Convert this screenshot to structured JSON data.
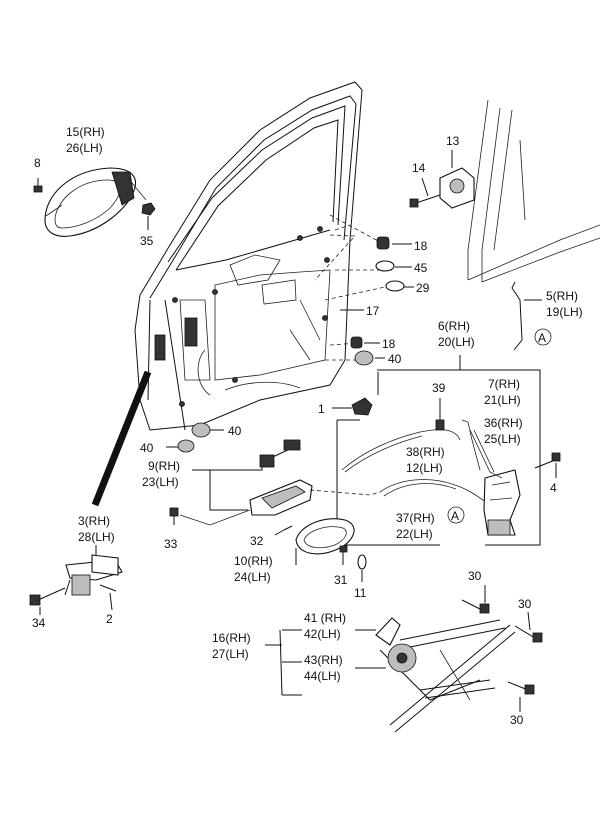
{
  "diagram": {
    "callouts": [
      {
        "id": "c15",
        "lines": [
          "15(RH)",
          "26(LH)"
        ]
      },
      {
        "id": "c8",
        "lines": [
          "8"
        ]
      },
      {
        "id": "c35",
        "lines": [
          "35"
        ]
      },
      {
        "id": "c13",
        "lines": [
          "13"
        ]
      },
      {
        "id": "c14",
        "lines": [
          "14"
        ]
      },
      {
        "id": "c18a",
        "lines": [
          "18"
        ]
      },
      {
        "id": "c45",
        "lines": [
          "45"
        ]
      },
      {
        "id": "c29",
        "lines": [
          "29"
        ]
      },
      {
        "id": "c5",
        "lines": [
          "5(RH)",
          "19(LH)"
        ]
      },
      {
        "id": "c17",
        "lines": [
          "17"
        ]
      },
      {
        "id": "c6",
        "lines": [
          "6(RH)",
          "20(LH)"
        ]
      },
      {
        "id": "c18b",
        "lines": [
          "18"
        ]
      },
      {
        "id": "c40a",
        "lines": [
          "40"
        ]
      },
      {
        "id": "c39",
        "lines": [
          "39"
        ]
      },
      {
        "id": "c7",
        "lines": [
          "7(RH)",
          "21(LH)"
        ]
      },
      {
        "id": "c1",
        "lines": [
          "1"
        ]
      },
      {
        "id": "c36",
        "lines": [
          "36(RH)",
          "25(LH)"
        ]
      },
      {
        "id": "c40b",
        "lines": [
          "40"
        ]
      },
      {
        "id": "c40c",
        "lines": [
          "40"
        ]
      },
      {
        "id": "c38",
        "lines": [
          "38(RH)",
          "12(LH)"
        ]
      },
      {
        "id": "c9",
        "lines": [
          "9(RH)",
          "23(LH)"
        ]
      },
      {
        "id": "c4",
        "lines": [
          "4"
        ]
      },
      {
        "id": "c37",
        "lines": [
          "37(RH)",
          "22(LH)"
        ]
      },
      {
        "id": "c33",
        "lines": [
          "33"
        ]
      },
      {
        "id": "c32",
        "lines": [
          "32"
        ]
      },
      {
        "id": "c3",
        "lines": [
          "3(RH)",
          "28(LH)"
        ]
      },
      {
        "id": "c10",
        "lines": [
          "10(RH)",
          "24(LH)"
        ]
      },
      {
        "id": "c31",
        "lines": [
          "31"
        ]
      },
      {
        "id": "c11",
        "lines": [
          "11"
        ]
      },
      {
        "id": "c34",
        "lines": [
          "34"
        ]
      },
      {
        "id": "c2",
        "lines": [
          "2"
        ]
      },
      {
        "id": "c30a",
        "lines": [
          "30"
        ]
      },
      {
        "id": "c30b",
        "lines": [
          "30"
        ]
      },
      {
        "id": "c41",
        "lines": [
          "41 (RH)",
          "42(LH)"
        ]
      },
      {
        "id": "c16",
        "lines": [
          "16(RH)",
          "27(LH)"
        ]
      },
      {
        "id": "c43",
        "lines": [
          "43(RH)",
          "44(LH)"
        ]
      },
      {
        "id": "c30c",
        "lines": [
          "30"
        ]
      }
    ],
    "reference_marks": [
      {
        "id": "refA1",
        "label": "A"
      },
      {
        "id": "refA2",
        "label": "A"
      }
    ]
  }
}
